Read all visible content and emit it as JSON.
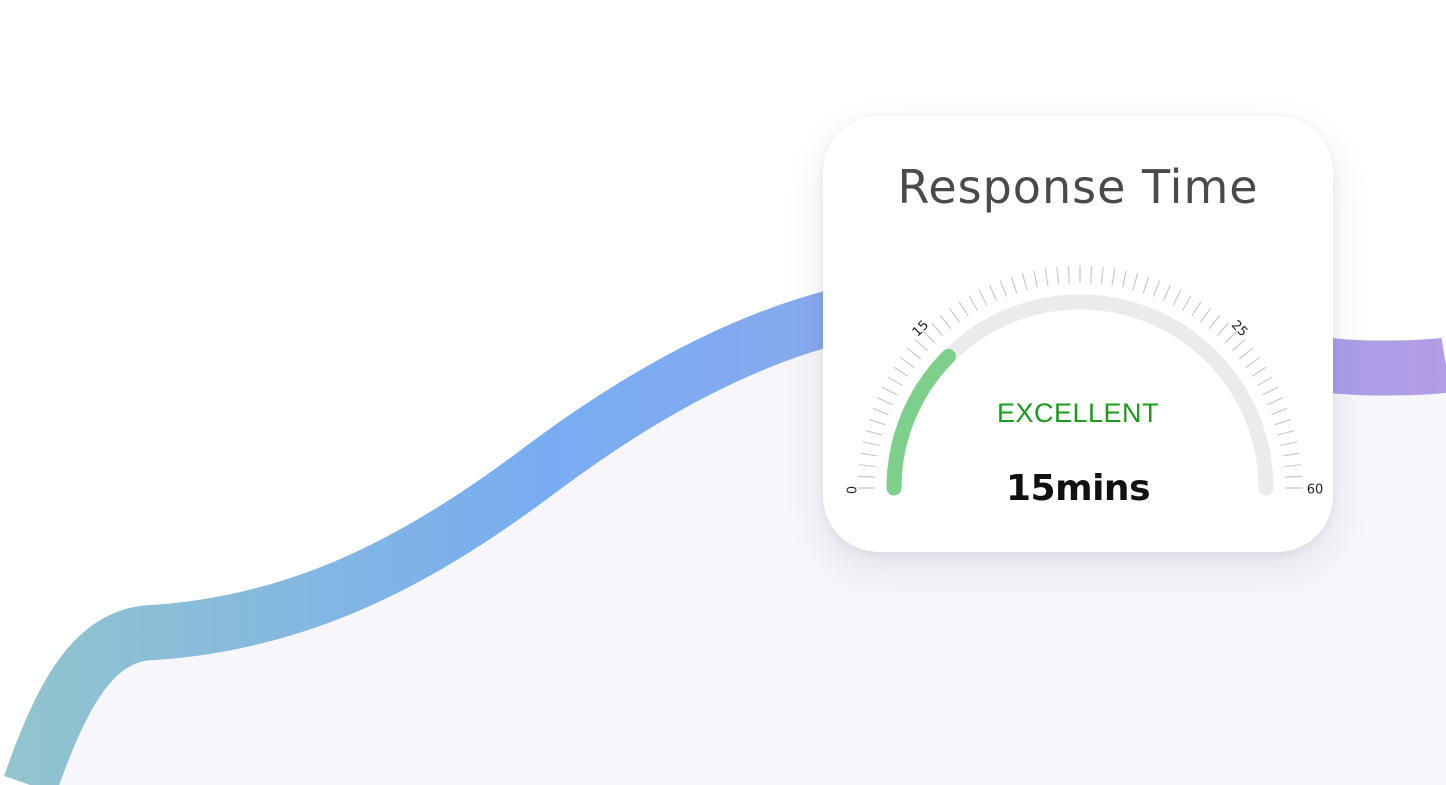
{
  "card": {
    "title": "Response Time",
    "status": "EXCELLENT",
    "value_text": "15mins"
  },
  "gauge": {
    "value": 15,
    "tick_labels": [
      "0",
      "15",
      "25",
      "60"
    ],
    "fill_color": "#7fcf8c",
    "track_color": "#ebebeb",
    "status_color": "#1a9b1a"
  },
  "background": {
    "wave_gradient": [
      "#8fc4cf",
      "#7aaef2",
      "#8fa8f0",
      "#b39be8"
    ],
    "lower_fill": "#f6f6fb"
  }
}
